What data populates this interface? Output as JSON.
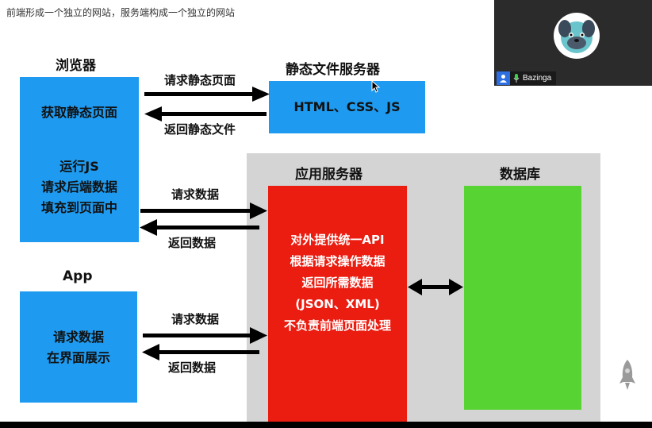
{
  "caption": "前端形成一个独立的网站，服务端构成一个独立的网站",
  "browser": {
    "title": "浏览器",
    "line1": "获取静态页面",
    "line2": "运行JS",
    "line3": "请求后端数据",
    "line4": "填充到页面中"
  },
  "static_server": {
    "title": "静态文件服务器",
    "content": "HTML、CSS、JS"
  },
  "static_arrows": {
    "request": "请求静态页面",
    "response": "返回静态文件"
  },
  "browser_arrows": {
    "request": "请求数据",
    "response": "返回数据"
  },
  "app": {
    "title": "App",
    "line1": "请求数据",
    "line2": "在界面展示"
  },
  "app_arrows": {
    "request": "请求数据",
    "response": "返回数据"
  },
  "app_server": {
    "title": "应用服务器",
    "lines": [
      "对外提供统一API",
      "根据请求操作数据",
      "返回所需数据",
      "(JSON、XML)",
      "不负责前端页面处理"
    ]
  },
  "database": {
    "title": "数据库"
  },
  "video": {
    "participant": "Bazinga"
  },
  "colors": {
    "blue": "#1e9bf0",
    "red": "#eb1c10",
    "green": "#57d334",
    "gray": "#d4d4d4"
  }
}
